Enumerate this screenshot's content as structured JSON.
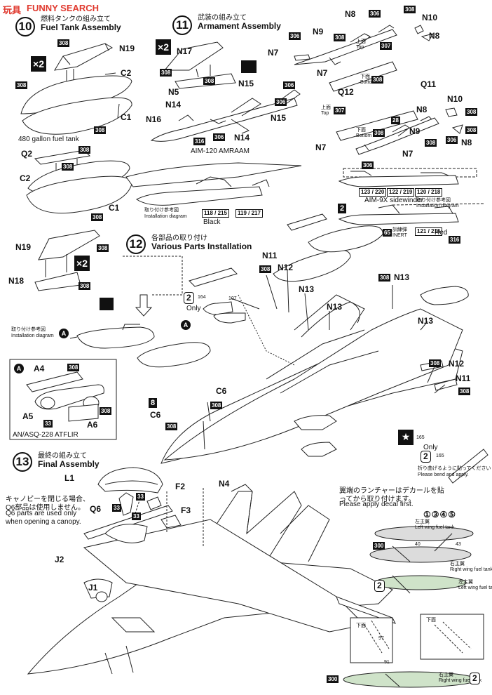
{
  "watermark": {
    "brand": "FUNNY SEARCH",
    "cn": "玩具"
  },
  "steps": [
    {
      "num": "10",
      "jp": "燃料タンクの組み立て",
      "en": "Fuel Tank Assembly"
    },
    {
      "num": "11",
      "jp": "武装の組み立て",
      "en": "Armament Assembly"
    },
    {
      "num": "12",
      "jp": "各部品の取り付け",
      "en": "Various Parts Installation"
    },
    {
      "num": "13",
      "jp": "最終の組み立て",
      "en": "Final Assembly"
    }
  ],
  "parts": {
    "n19": "N19",
    "c2": "C2",
    "c1": "C1",
    "q2": "Q2",
    "n18": "N18",
    "n17": "N17",
    "n5": "N5",
    "n15": "N15",
    "n14": "N14",
    "n16": "N16",
    "n8": "N8",
    "n10": "N10",
    "n9": "N9",
    "n7": "N7",
    "q12": "Q12",
    "q11": "Q11",
    "n11": "N11",
    "n12": "N12",
    "n13": "N13",
    "c6": "C6",
    "a4": "A4",
    "a5": "A5",
    "a6": "A6",
    "l1": "L1",
    "f2": "F2",
    "f3": "F3",
    "n4": "N4",
    "q6": "Q6",
    "j2": "J2",
    "j1": "J1"
  },
  "x2": "×2",
  "paint_codes": {
    "c308": "308",
    "c306": "306",
    "c307": "307",
    "c316": "316",
    "c28": "28",
    "c33": "33",
    "c8": "8",
    "c65": "65",
    "c300": "300",
    "c2": "2"
  },
  "captions": {
    "fuel_tank": "480 gallon fuel tank",
    "amraam": "AIM-120 AMRAAM",
    "sidewinder": "AIM-9X sidewinder",
    "atflir": "AN/ASQ-228 ATFLIR",
    "install_jp": "取り付け参考図",
    "install_en": "Installation diagram",
    "black": "Black",
    "red": "Red",
    "inert_jp": "訓練弾",
    "inert_en": "INERT",
    "top_jp": "上面",
    "top_en": "Top",
    "bottom_jp": "下面",
    "bottom_en": "Bottom",
    "only": "Only",
    "bend_jp": "折り曲げるように貼ってください",
    "bend_en": "Please bend and apply.",
    "launcher_jp1": "翼端のランチャーはデカールを貼",
    "launcher_jp2": "ってから取り付けます。",
    "launcher_en": "Please apply decal first.",
    "canopy_jp1": "キャノピーを閉じる場合、",
    "canopy_jp2": "Q6部品は使用しません。",
    "canopy_en1": "Q6 parts are used only",
    "canopy_en2": "when opening a canopy.",
    "left_tank_jp": "左主翼",
    "left_tank_en": "Left wing fuel tank",
    "right_tank_jp": "右主翼",
    "right_tank_en": "Right wing fuel tank",
    "decal_steps": "①③④⑤"
  },
  "decal_numbers": {
    "d164": "164",
    "d107": "107",
    "d165": "165",
    "d118_215": "118 / 215",
    "d119_217": "119 / 217",
    "d123_220": "123 / 220",
    "d122_219": "122 / 219",
    "d120_218": "120 / 218",
    "d121_216": "121 / 216",
    "d40": "40",
    "d43": "43",
    "d97": "97",
    "d91": "91",
    "d165b": "165"
  },
  "callouts": {
    "a": "A",
    "two": "2"
  }
}
